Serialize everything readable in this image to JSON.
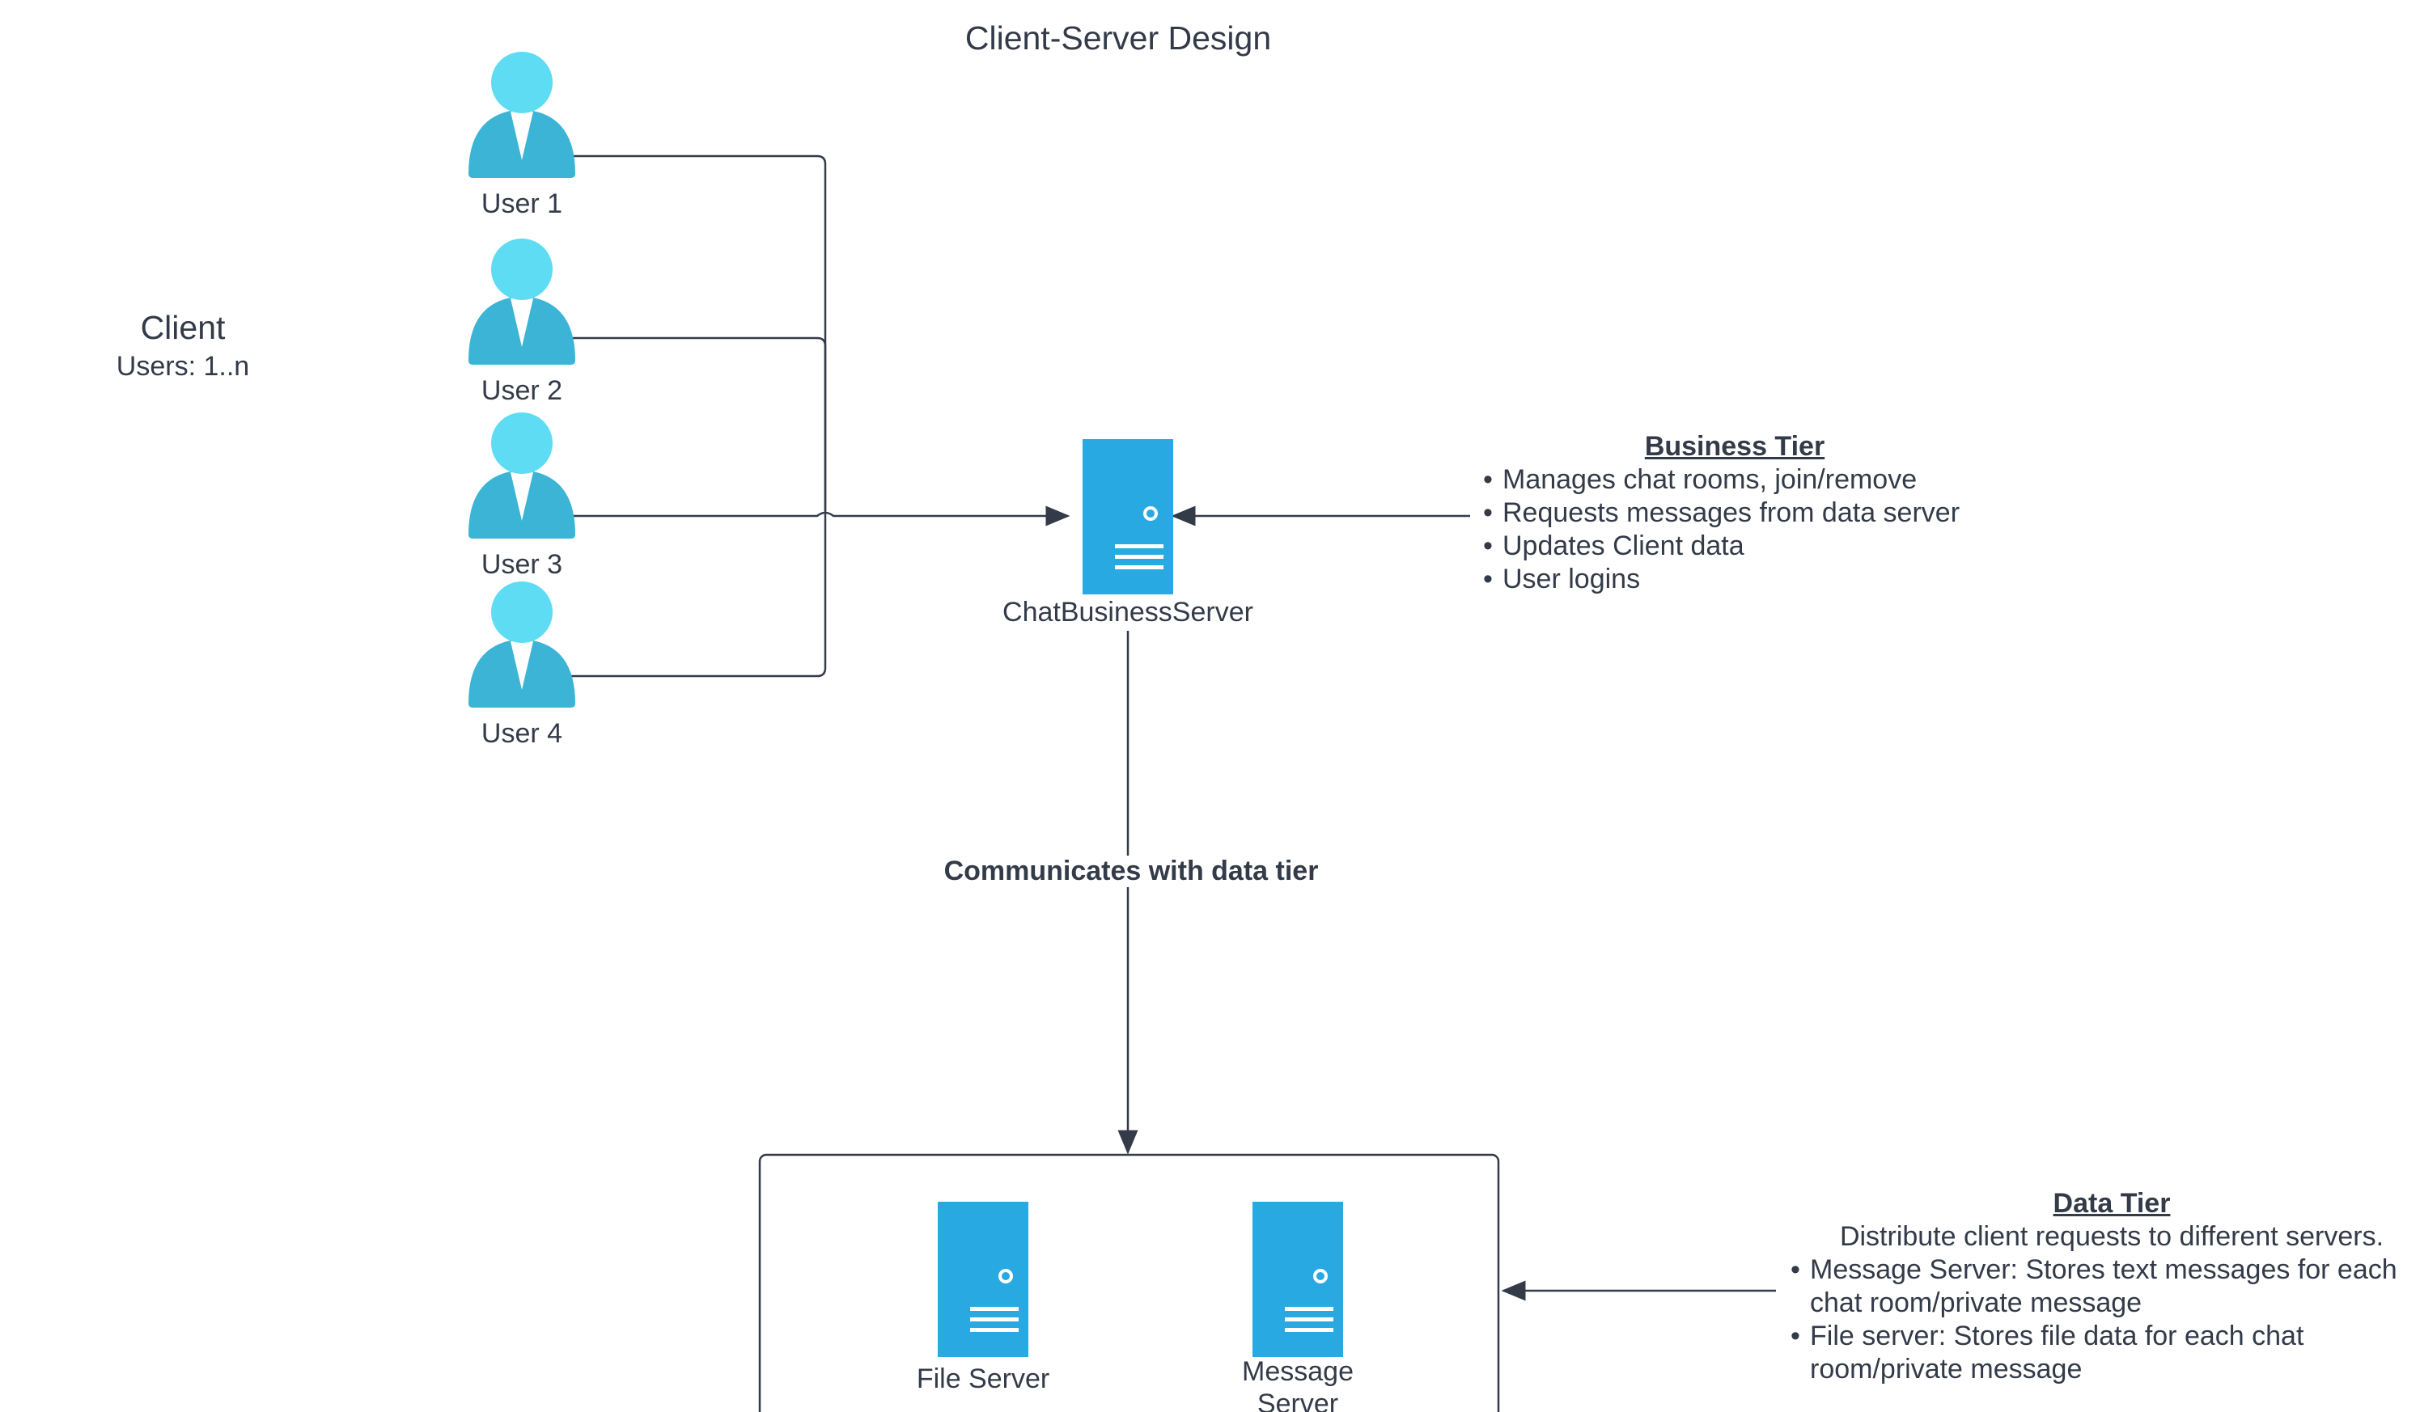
{
  "diagram": {
    "title": "Client-Server Design"
  },
  "client": {
    "title": "Client",
    "subtitle": "Users: 1..n",
    "users": [
      "User 1",
      "User 2",
      "User 3",
      "User 4"
    ]
  },
  "business_server": {
    "label": "ChatBusinessServer"
  },
  "business_tier": {
    "heading": "Business Tier",
    "items": [
      "Manages chat rooms, join/remove",
      "Requests messages from data server",
      "Updates Client data",
      "User logins"
    ]
  },
  "connector": {
    "label": "Communicates with data tier"
  },
  "data_servers": {
    "file_server": "File Server",
    "message_server_line1": "Message",
    "message_server_line2": "Server"
  },
  "data_tier": {
    "heading": "Data Tier",
    "intro": "Distribute client requests to different servers.",
    "items": [
      {
        "line1": "Message Server: Stores text messages for each",
        "line2": "chat room/private message"
      },
      {
        "line1": "File server: Stores file data for each chat",
        "line2": "room/private message"
      }
    ]
  },
  "colors": {
    "user_head": "#5ddcf4",
    "user_body": "#3bb4d6",
    "server_fill": "#29a9e1",
    "server_detail": "#ffffff",
    "line": "#333a48",
    "text": "#333a48"
  },
  "icons": {
    "user": "user-person-icon",
    "server": "server-tower-icon"
  }
}
